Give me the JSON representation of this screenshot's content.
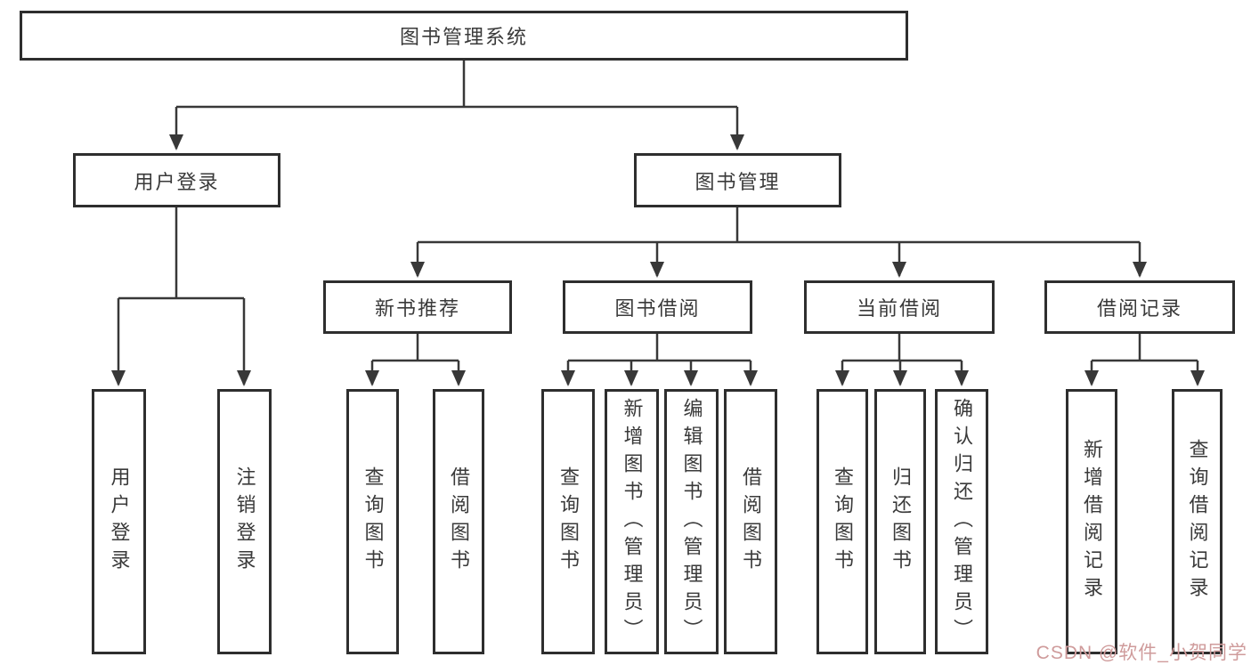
{
  "diagram": {
    "title": "图书管理系统",
    "tree": {
      "label": "图书管理系统",
      "children": [
        {
          "label": "用户登录",
          "children": [
            {
              "label": "用户登录"
            },
            {
              "label": "注销登录"
            }
          ]
        },
        {
          "label": "图书管理",
          "children": [
            {
              "label": "新书推荐",
              "children": [
                {
                  "label": "查询图书"
                },
                {
                  "label": "借阅图书"
                }
              ]
            },
            {
              "label": "图书借阅",
              "children": [
                {
                  "label": "查询图书"
                },
                {
                  "label": "新增图书（管理员）"
                },
                {
                  "label": "编辑图书（管理员）"
                },
                {
                  "label": "借阅图书"
                }
              ]
            },
            {
              "label": "当前借阅",
              "children": [
                {
                  "label": "查询图书"
                },
                {
                  "label": "归还图书"
                },
                {
                  "label": "确认归还（管理员）"
                }
              ]
            },
            {
              "label": "借阅记录",
              "children": [
                {
                  "label": "新增借阅记录"
                },
                {
                  "label": "查询借阅记录"
                }
              ]
            }
          ]
        }
      ]
    }
  },
  "watermark": {
    "text": "CSDN @软件_小贺同学"
  },
  "colors": {
    "box_border": "#2e2e2e",
    "connector_line": "#383838",
    "label_text": "#3a3a3a",
    "watermark_text": "#cf9b9b",
    "background": "#ffffff"
  }
}
